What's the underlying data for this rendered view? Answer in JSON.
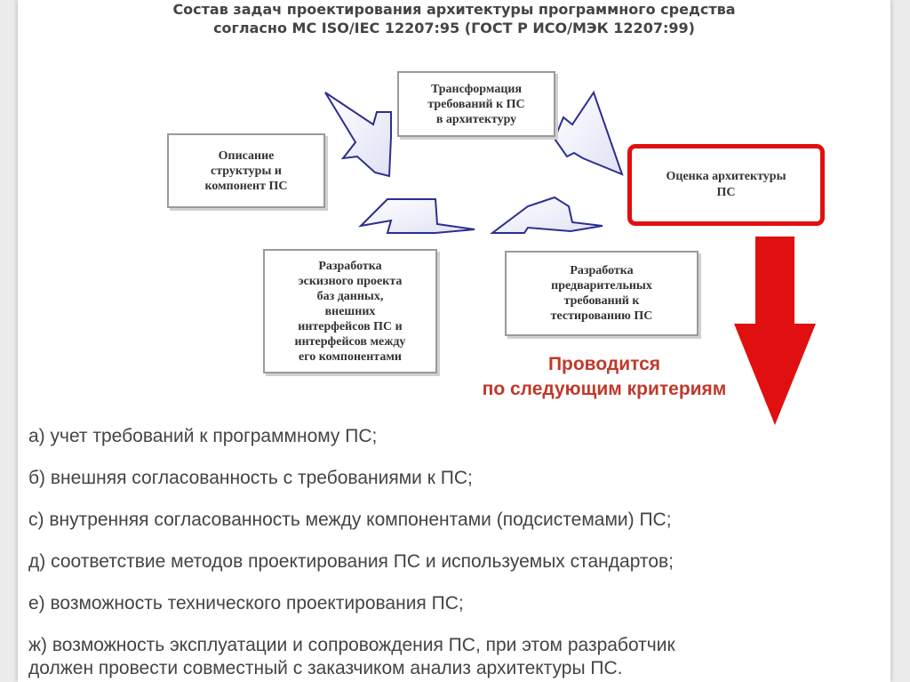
{
  "title": {
    "line1": "Состав задач  проектирования архитектуры программного средства",
    "line2": "согласно МС ISO/IEC 12207:95 (ГОСТ Р ИСО/МЭК 12207:99)"
  },
  "diagram": {
    "transform": [
      "Трансформация",
      "требований к ПС",
      "в архитектуру"
    ],
    "describe": [
      "Описание",
      "структуры и",
      "компонент ПС"
    ],
    "evaluate": [
      "Оценка архитектуры",
      "ПС"
    ],
    "sketch": [
      "Разработка",
      "эскизного проекта",
      "баз данных,",
      "внешних",
      "интерфейсов ПС и",
      "интерфейсов между",
      "его компонентами"
    ],
    "testing": [
      "Разработка",
      "предварительных",
      "требований к",
      "тестированию ПС"
    ]
  },
  "criteria": {
    "heading_line1": "Проводится",
    "heading_line2": "по следующим критериям",
    "items": [
      "а) учет требований к программному ПС;",
      "б) внешняя согласованность с требованиями к ПС;",
      "с) внутренняя согласованность между компонентами (подсистемами) ПС;",
      "д) соответствие методов проектирования ПС и используемых стандартов;",
      "е) возможность технического проектирования ПС;",
      "ж) возможность эксплуатации и сопровождения ПС, при этом разработчик",
      "должен провести совместный с заказчиком анализ архитектуры ПС."
    ]
  },
  "colors": {
    "accent_red": "#e01010",
    "arrow_blue": "#2b2f8f",
    "criteria_red": "#c0392b"
  }
}
